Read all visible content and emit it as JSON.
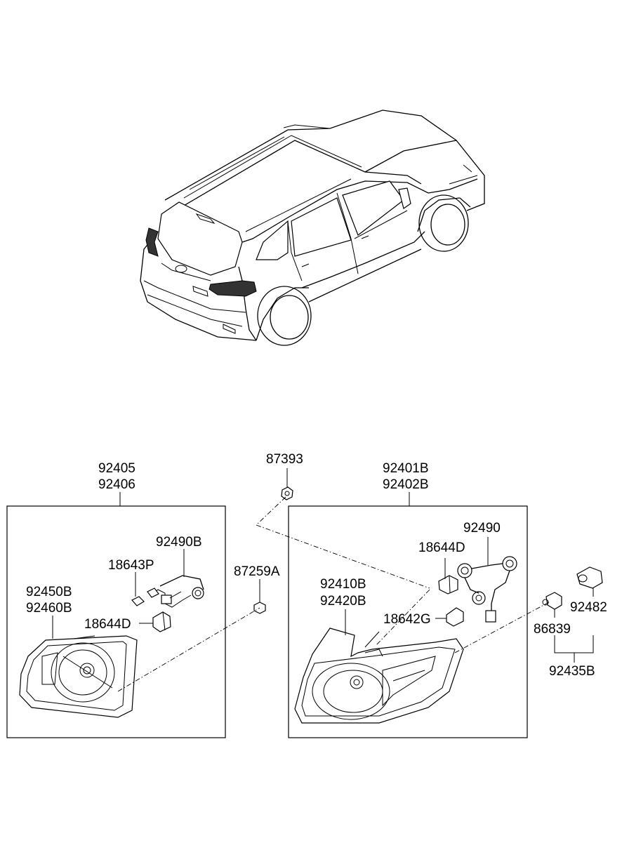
{
  "labels": {
    "l_92405": "92405",
    "l_92406": "92406",
    "l_87393": "87393",
    "l_92401b": "92401B",
    "l_92402b": "92402B",
    "l_92490b": "92490B",
    "l_92490": "92490",
    "l_18643p": "18643P",
    "l_18644d_left": "18644D",
    "l_18644d_right": "18644D",
    "l_92450b": "92450B",
    "l_92460b": "92460B",
    "l_87259a": "87259A",
    "l_92410b": "92410B",
    "l_92420b": "92420B",
    "l_18642g": "18642G",
    "l_92482": "92482",
    "l_86839": "86839",
    "l_92435b": "92435B"
  }
}
